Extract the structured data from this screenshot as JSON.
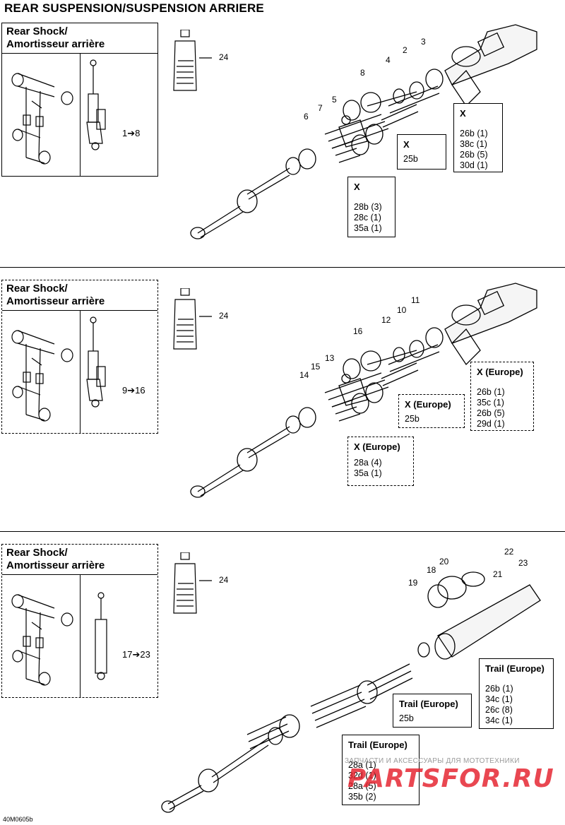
{
  "page": {
    "title": "REAR SUSPENSION/SUSPENSION ARRIERE",
    "drawing_code": "40M0605b"
  },
  "sections": [
    {
      "model_title_1": "Rear Shock/",
      "model_title_2": "Amortisseur arrière",
      "range": "1➔8",
      "callouts": [
        "2",
        "3",
        "4",
        "5",
        "6",
        "7",
        "8",
        "24"
      ],
      "kits": [
        {
          "title": "X",
          "lines": [
            "26b (1)",
            "38c (1)",
            "26b (5)",
            "30d (1)"
          ]
        },
        {
          "title": "X",
          "lines": [
            "25b"
          ]
        },
        {
          "title": "X",
          "lines": [
            "28b (3)",
            "28c (1)",
            "35a (1)"
          ]
        }
      ]
    },
    {
      "model_title_1": "Rear Shock/",
      "model_title_2": "Amortisseur arrière",
      "range": "9➔16",
      "callouts": [
        "10",
        "11",
        "12",
        "13",
        "14",
        "15",
        "16",
        "24"
      ],
      "kits": [
        {
          "title": "X (Europe)",
          "lines": [
            "26b (1)",
            "35c (1)",
            "26b (5)",
            "29d (1)"
          ]
        },
        {
          "title": "X (Europe)",
          "lines": [
            "25b"
          ]
        },
        {
          "title": "X (Europe)",
          "lines": [
            "28a (4)",
            "35a (1)"
          ]
        }
      ]
    },
    {
      "model_title_1": "Rear Shock/",
      "model_title_2": "Amortisseur arrière",
      "range": "17➔23",
      "callouts": [
        "18",
        "19",
        "20",
        "21",
        "22",
        "23",
        "24"
      ],
      "kits": [
        {
          "title": "Trail (Europe)",
          "lines": [
            "26b (1)",
            "34c (1)",
            "26c (8)",
            "34c (1)"
          ]
        },
        {
          "title": "Trail (Europe)",
          "lines": [
            "25b"
          ]
        },
        {
          "title": "Trail (Europe)",
          "lines": [
            "28a (1)",
            "32d (1)",
            "28a (5)",
            "35b (2)"
          ]
        }
      ]
    }
  ],
  "watermark": {
    "text": "ЗАПЧАСТИ И АКСЕССУАРЫ ДЛЯ МОТОТЕХНИКИ",
    "logo": "PARTSFOR.RU"
  }
}
